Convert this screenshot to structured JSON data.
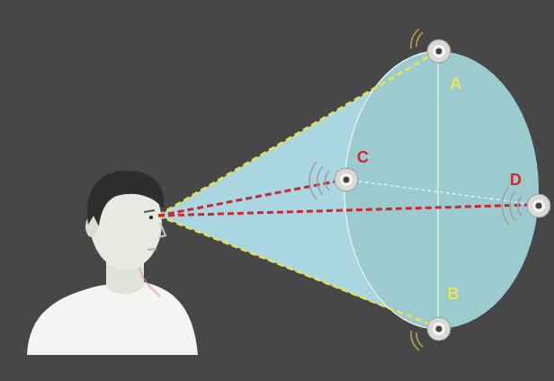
{
  "diagram": {
    "labels": [
      "A",
      "C",
      "D",
      "B"
    ]
  }
}
